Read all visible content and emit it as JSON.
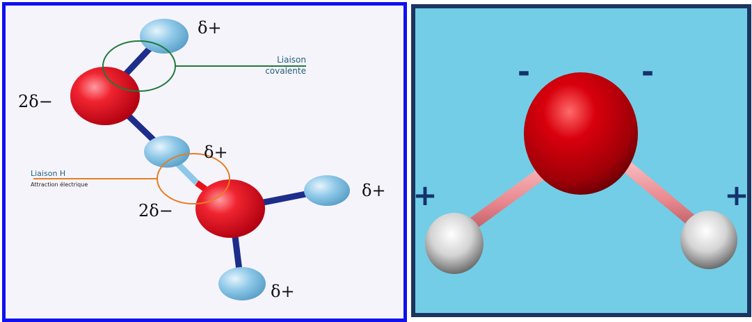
{
  "left_diagram": {
    "charges": {
      "top_h": "δ+",
      "top_o": "2δ−",
      "bridge_h": "δ+",
      "lower_o": "2δ−",
      "right_h": "δ+",
      "bottom_h": "δ+"
    },
    "covalent_label": {
      "line1": "Liaison",
      "line2": "covalente"
    },
    "hbond_label": {
      "line1": "Liaison H",
      "line2": "Attraction électrique"
    },
    "colors": {
      "oxygen": "#e8101a",
      "hydrogen": "#8ec8e8",
      "bond": "#1c2d8a",
      "covalent_circle": "#1f7a3a",
      "hbond_circle": "#e67e22",
      "border": "#1010f0"
    }
  },
  "right_diagram": {
    "charges": {
      "left_top": "-",
      "right_top": "-",
      "left_side": "+",
      "right_side": "+"
    },
    "colors": {
      "background": "#73cde6",
      "oxygen": "#c4000a",
      "hydrogen": "#e6e6e6",
      "bond": "#e98a90",
      "charge": "#14326e"
    }
  }
}
